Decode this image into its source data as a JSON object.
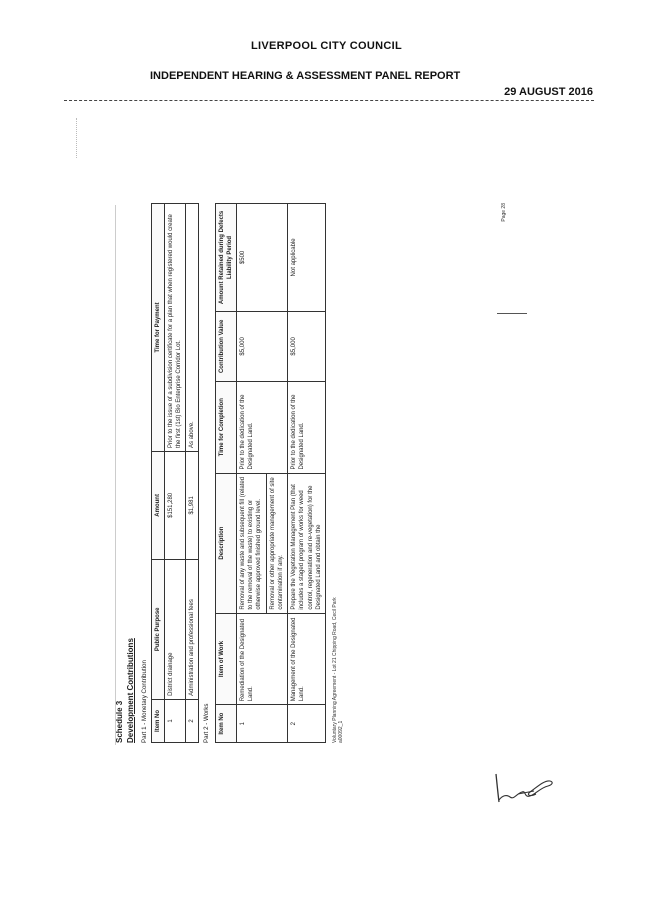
{
  "header": {
    "council": "LIVERPOOL CITY COUNCIL",
    "report": "INDEPENDENT HEARING & ASSESSMENT PANEL REPORT",
    "date": "29 AUGUST 2016"
  },
  "schedule": {
    "title": "Schedule 3",
    "subtitle": "Development Contributions",
    "part1": {
      "heading": "Part 1 - Monetary Contribution",
      "columns": [
        "Item No",
        "Public Purpose",
        "Amount",
        "Time for Payment"
      ],
      "rows": [
        [
          "1",
          "District drainage",
          "$151,280",
          "Prior to the issue of a subdivision certificate for a plan that when registered would create the first (1st) Bio Enterprise Corridor Lot."
        ],
        [
          "2",
          "Administration and professional fees",
          "$1,981",
          "As above."
        ]
      ]
    },
    "part2": {
      "heading": "Part 2 - Works",
      "columns": [
        "Item No",
        "Item of Work",
        "Description",
        "Time for Completion",
        "Contribution Value",
        "Amount Retained during Defects Liability Period"
      ],
      "rows": [
        {
          "no": "1",
          "item": "Remediation of the Designated Land.",
          "desc": "Removal of any waste and subsequent fill (related to the removal of the waste) to existing or otherwise approved finished ground level.",
          "desc2": "Removal or other appropriate management of site contamination if any.",
          "time": "Prior to the dedication of the Designated Land.",
          "value": "$5,000",
          "retained": "$500"
        },
        {
          "no": "2",
          "item": "Management of the Designated Land.",
          "desc": "Prepare the Vegetation Management Plan (that includes a staged program of works for weed control, regeneration and re-vegetation) for the Designated Land and obtain the",
          "desc2": "",
          "time": "Prior to the dedication of the Designated Land.",
          "value": "$5,000",
          "retained": "Not applicable"
        }
      ]
    },
    "footer_line1": "Voluntary Planning Agreement - Lot 21 Chipping Road, Cecil Park",
    "footer_line2": "a00092_1",
    "page": "Page 28"
  }
}
